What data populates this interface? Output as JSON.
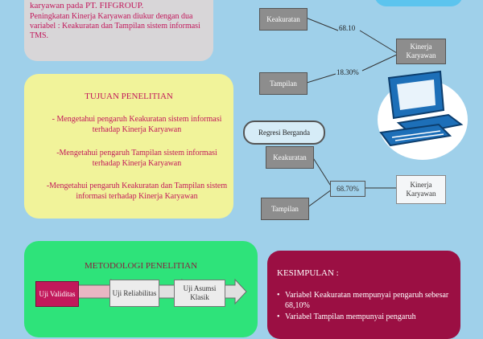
{
  "top_card": {
    "line1": "karyawan pada PT. FIFGROUP.",
    "line2": "Peningkatan Kinerja Karyawan diukur dengan dua variabel : Keakuratan dan Tampilan sistem informasi TMS."
  },
  "tujuan": {
    "title": "TUJUAN PENELITIAN",
    "items": [
      "- Mengetahui pengaruh Keakuratan sistem informasi terhadap Kinerja Karyawan",
      "-Mengetahui pengaruh Tampilan sistem informasi terhadap Kinerja Karyawan",
      "-Mengetahui pengaruh Keakuratan dan Tampilan sistem informasi terhadap Kinerja Karyawan"
    ]
  },
  "metodologi": {
    "title": "METODOLOGI PENELITIAN",
    "steps": [
      "Uji Validitas",
      "Uji Reliabilitas",
      "Uji Asumsi Klasik"
    ]
  },
  "kesimpulan": {
    "title": "KESIMPULAN :",
    "items": [
      "Variabel Keakuratan mempunyai pengaruh sebesar 68,10%",
      "Variabel Tampilan mempunyai pengaruh"
    ]
  },
  "diagram_top": {
    "var1": "Keakuratan",
    "var2": "Tampilan",
    "val1": "68.10",
    "val2": "18.30%",
    "target": "Kinerja Karyawan"
  },
  "regresi": {
    "label": "Regresi Berganda",
    "var1": "Keakuratan",
    "var2": "Tampilan",
    "val": "68.70%",
    "target": "Kinerja Karyawan"
  },
  "colors": {
    "background": "#9fd0ea",
    "accent_pink": "#c2185b",
    "card_yellow": "#f1f39a",
    "card_green": "#2ee37a",
    "card_maroon": "#9b0f43",
    "computer_blue": "#1d6fb8"
  }
}
